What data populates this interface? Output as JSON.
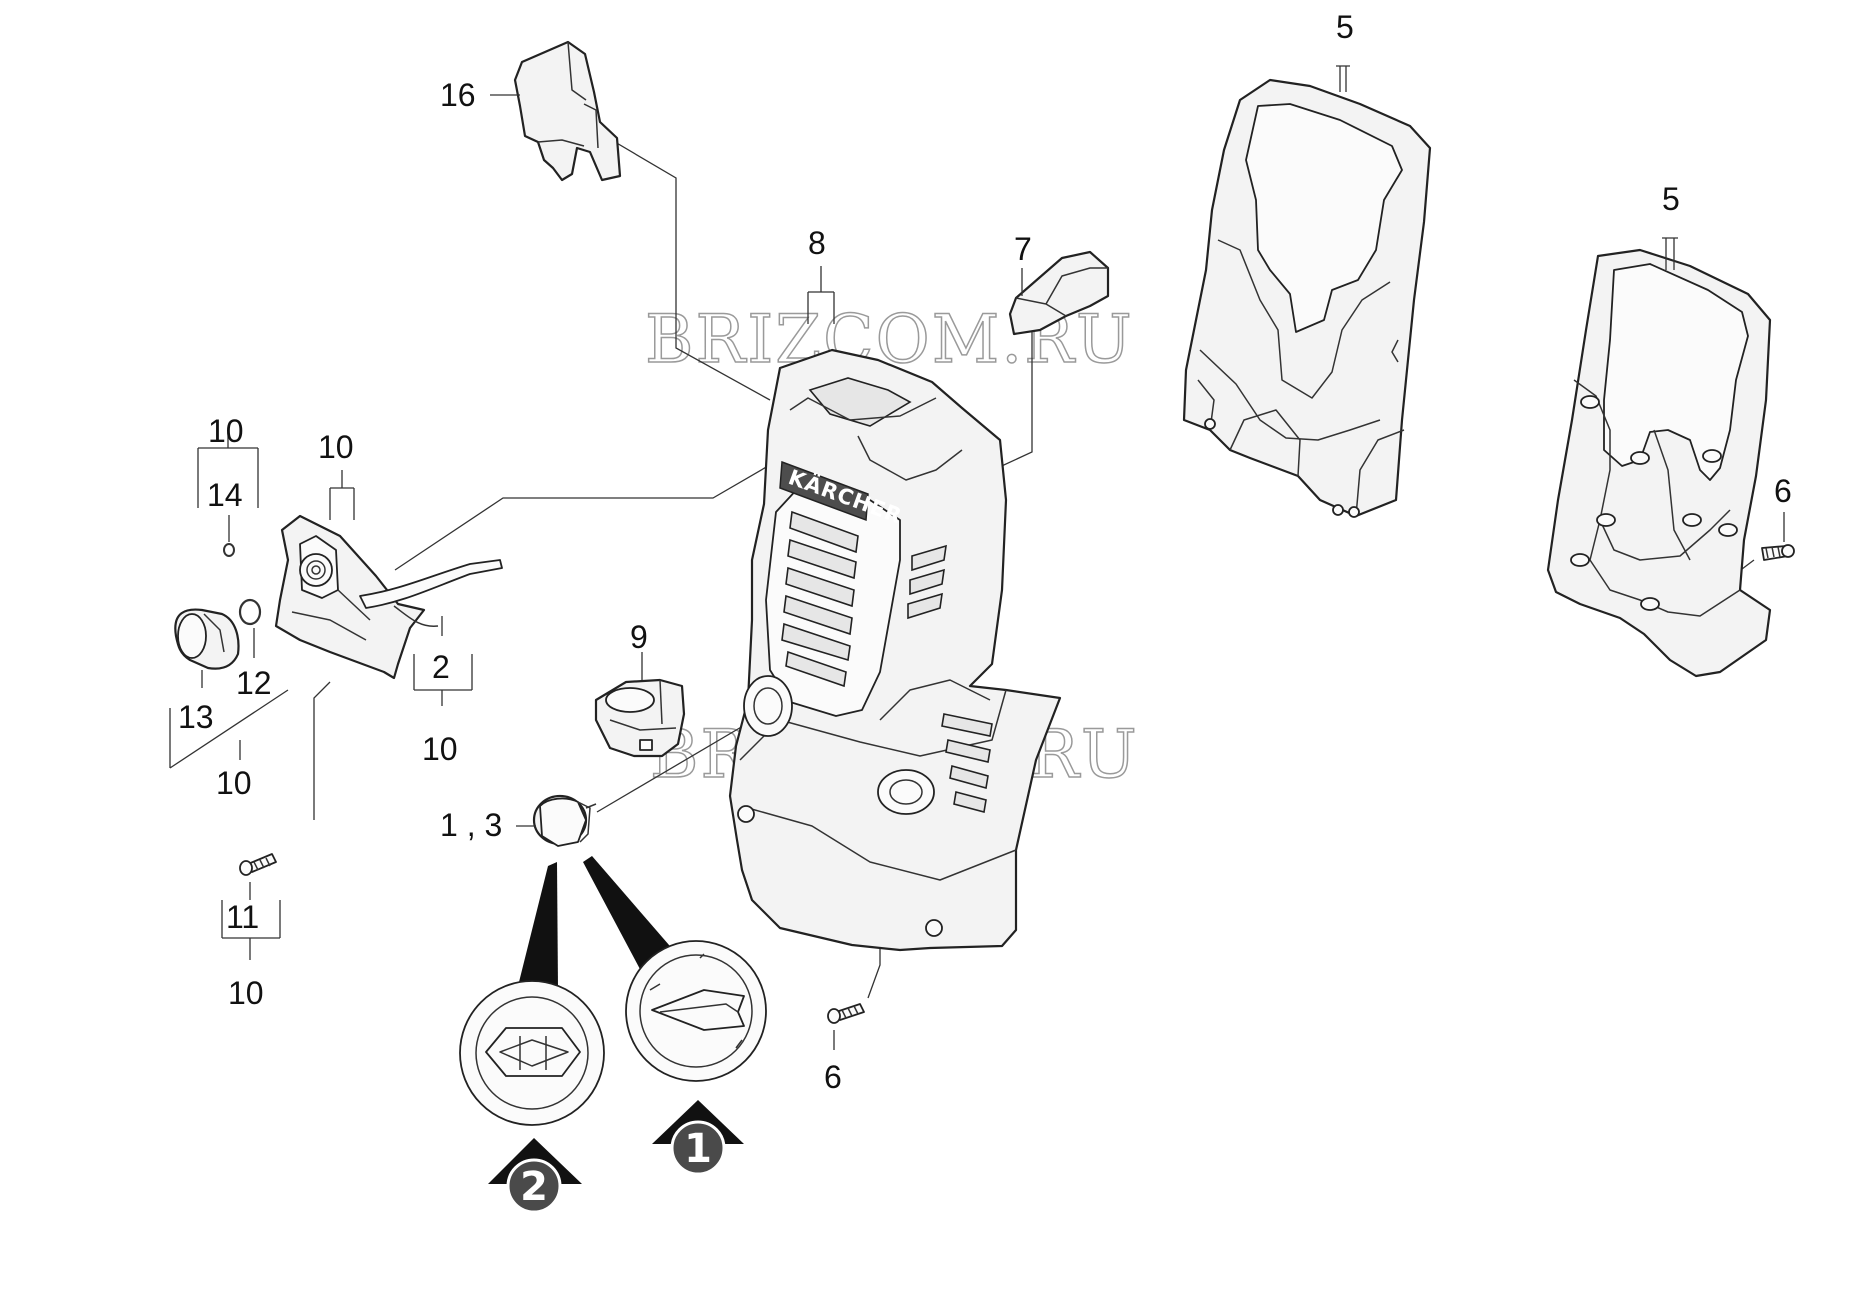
{
  "watermark": "BRIZCOM.RU",
  "brand": "KÄRCHER",
  "callouts": {
    "c16": "16",
    "c5a": "5",
    "c5b": "5",
    "c8": "8",
    "c7": "7",
    "c6a": "6",
    "c6b": "6",
    "c10a": "10",
    "c14": "14",
    "c10b": "10",
    "c12": "12",
    "c13": "13",
    "c2": "2",
    "c10c": "10",
    "c10d": "10",
    "c9": "9",
    "c13b": "1 , 3",
    "c11": "11",
    "c10e": "10"
  },
  "variants": [
    "1",
    "2"
  ]
}
